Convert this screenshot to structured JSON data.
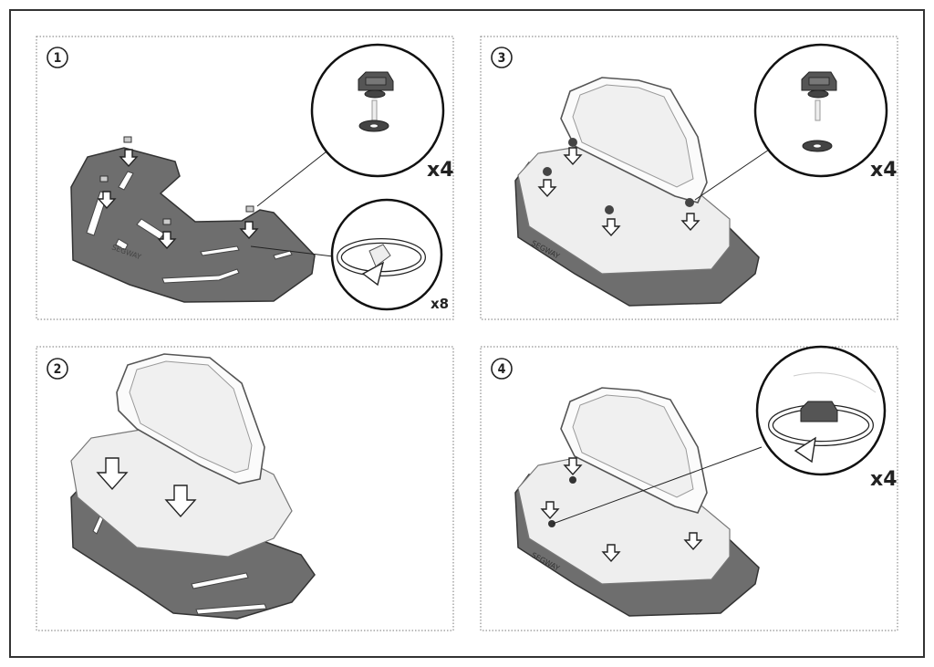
{
  "steps": [
    {
      "number": "1",
      "callouts": [
        {
          "quantity": "x4"
        },
        {
          "quantity": "x8"
        }
      ]
    },
    {
      "number": "2"
    },
    {
      "number": "3",
      "callouts": [
        {
          "quantity": "x4"
        }
      ]
    },
    {
      "number": "4",
      "callouts": [
        {
          "quantity": "x4"
        }
      ]
    }
  ],
  "brand_marking": "SEGWAY",
  "colors": {
    "part_dark": "#6e6e6e",
    "outline": "#222222",
    "background": "#ffffff"
  }
}
